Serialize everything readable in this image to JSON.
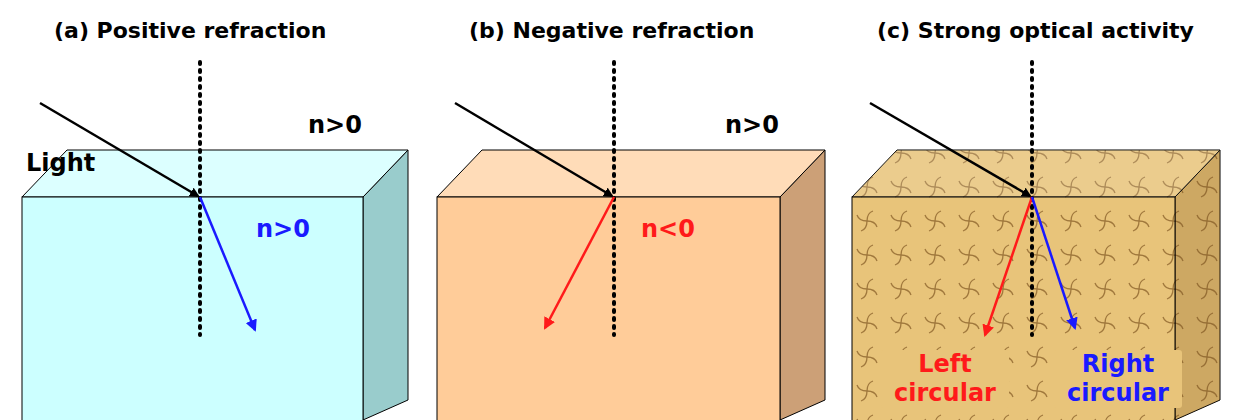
{
  "diagram": {
    "labels": [
      "(a) Positive refraction",
      "(b) Negative refraction",
      "(c) Strong optical activity",
      "Light",
      "n>0",
      "n>0",
      "n>0",
      "n<0",
      "Left circular",
      "Right circular"
    ]
  }
}
